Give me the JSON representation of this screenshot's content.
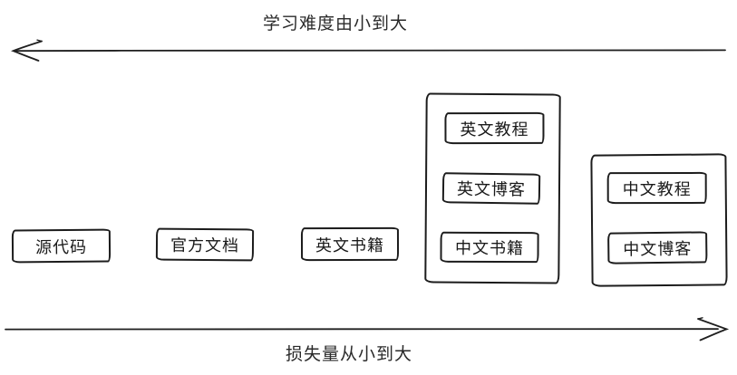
{
  "diagram": {
    "top_axis": {
      "label": "学习难度由小到大",
      "direction": "left"
    },
    "bottom_axis": {
      "label": "损失量从小到大",
      "direction": "right"
    },
    "boxes": [
      {
        "label": "源代码"
      },
      {
        "label": "官方文档"
      },
      {
        "label": "英文书籍"
      }
    ],
    "groups": [
      {
        "items": [
          {
            "label": "英文教程"
          },
          {
            "label": "英文博客"
          },
          {
            "label": "中文书籍"
          }
        ]
      },
      {
        "items": [
          {
            "label": "中文教程"
          },
          {
            "label": "中文博客"
          }
        ]
      }
    ],
    "colors": {
      "stroke": "#1c1c1c",
      "background": "#ffffff",
      "text": "#1a1a1a"
    }
  }
}
